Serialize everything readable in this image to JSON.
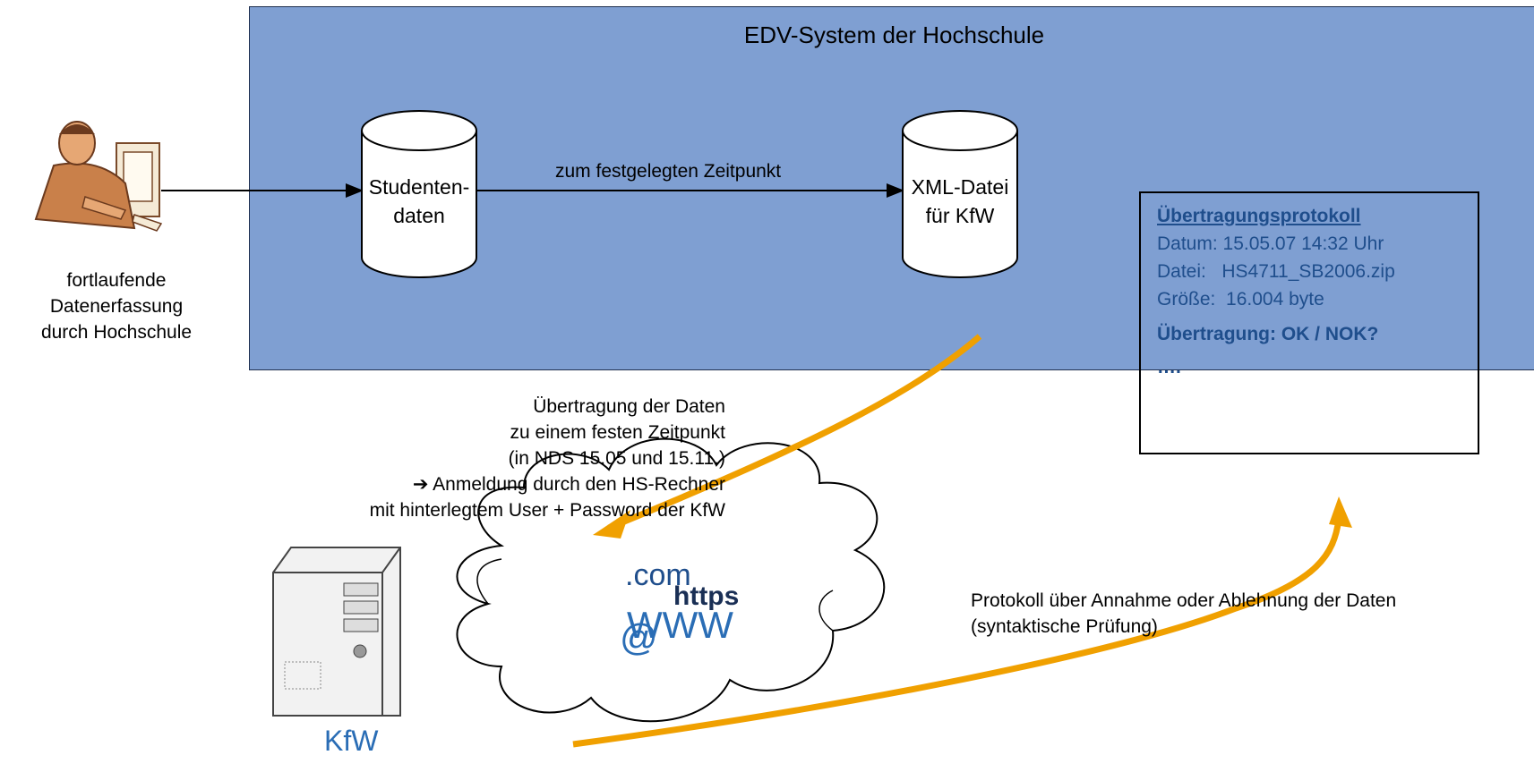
{
  "system": {
    "title": "EDV-System der Hochschule"
  },
  "cylinders": {
    "studentendaten": {
      "line1": "Studenten-",
      "line2": "daten"
    },
    "xml": {
      "line1": "XML-Datei",
      "line2": "für KfW"
    }
  },
  "arrow_label": "zum festgelegten Zeitpunkt",
  "person": {
    "line1": "fortlaufende",
    "line2": "Datenerfassung",
    "line3": "durch Hochschule"
  },
  "protocol": {
    "heading": "Übertragungsprotokoll",
    "datum": "Datum: 15.05.07 14:32 Uhr",
    "datei": "Datei:   HS4711_SB2006.zip",
    "groesse": "Größe:  16.004 byte",
    "status": "Übertragung: OK / NOK?",
    "more": "…."
  },
  "transfer": {
    "line1": "Übertragung der Daten",
    "line2": "zu einem festen Zeitpunkt",
    "line3": "(in NDS 15.05 und 15.11.)",
    "line4": "➔ Anmeldung durch den HS-Rechner",
    "line5": "mit hinterlegtem User + Password der KfW"
  },
  "cloud": {
    "com": ".com",
    "https": "https",
    "www": "WWW",
    "at": "@"
  },
  "feedback": {
    "line1": "Protokoll über Annahme oder Ablehnung der Daten",
    "line2": "(syntaktische Prüfung)"
  },
  "server": {
    "label": "KfW"
  },
  "colors": {
    "system_fill": "#7f9fd2",
    "arrow": "#f0a000",
    "protocol_text": "#1f4e8c",
    "kfw": "#2a6db5"
  }
}
